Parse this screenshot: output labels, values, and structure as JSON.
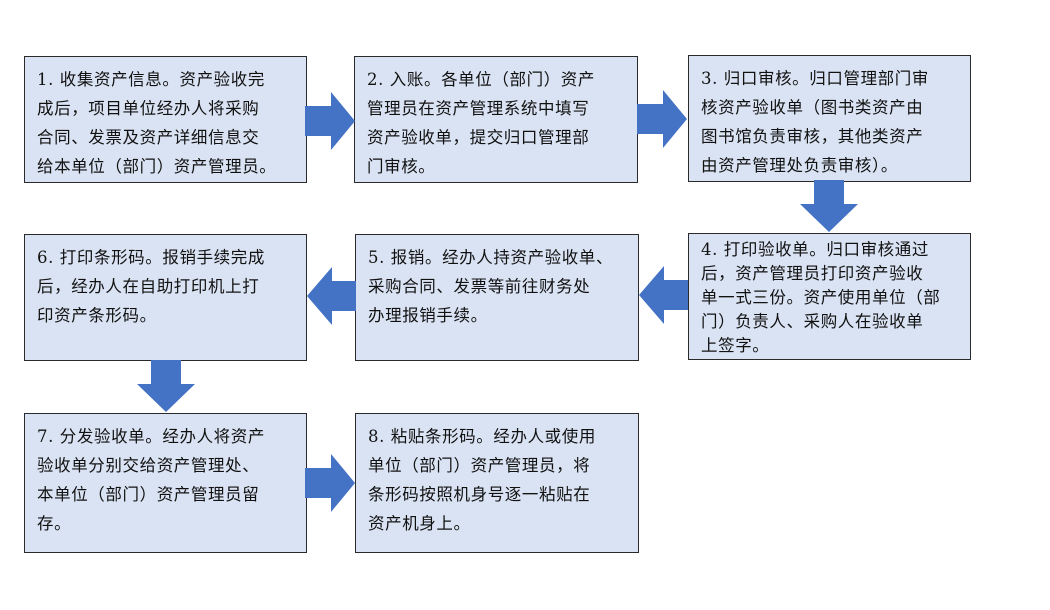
{
  "arrow_color": "#4472c4",
  "box_fill": "#dae3f3",
  "steps": [
    {
      "text": "1. 收集资产信息。资产验收完\n成后，项目单位经办人将采购\n合同、发票及资产详细信息交\n给本单位（部门）资产管理员。"
    },
    {
      "text": "2. 入账。各单位（部门）资产\n管理员在资产管理系统中填写\n资产验收单，提交归口管理部\n门审核。"
    },
    {
      "text": "3. 归口审核。归口管理部门审\n核资产验收单（图书类资产由\n图书馆负责审核，其他类资产\n由资产管理处负责审核）。"
    },
    {
      "text": "4. 打印验收单。归口审核通过\n后，资产管理员打印资产验收\n单一式三份。资产使用单位（部\n门）负责人、采购人在验收单\n上签字。"
    },
    {
      "text": "5. 报销。经办人持资产验收单、\n采购合同、发票等前往财务处\n办理报销手续。"
    },
    {
      "text": "6. 打印条形码。报销手续完成\n后，经办人在自助打印机上打\n印资产条形码。"
    },
    {
      "text": "7. 分发验收单。经办人将资产\n验收单分别交给资产管理处、\n本单位（部门）资产管理员留\n存。"
    },
    {
      "text": "8. 粘贴条形码。经办人或使用\n单位（部门）资产管理员，将\n条形码按照机身号逐一粘贴在\n资产机身上。"
    }
  ]
}
